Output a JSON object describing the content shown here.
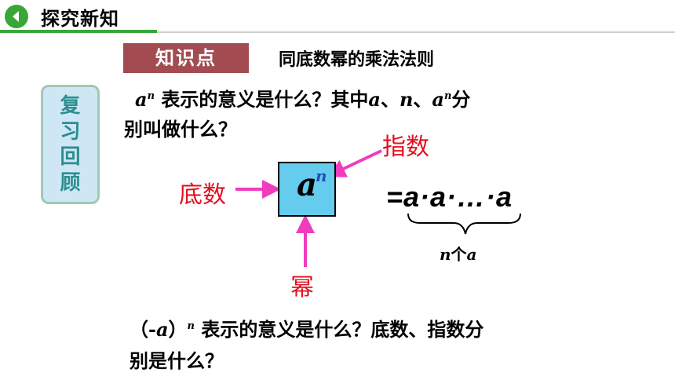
{
  "header": {
    "title": "探究新知"
  },
  "knowledge": {
    "badge": "知识点",
    "title": "同底数幂的乘法法则"
  },
  "side_box": {
    "chars": [
      "复",
      "习",
      "回",
      "顾"
    ]
  },
  "question1": {
    "base": "a",
    "exp": "n",
    "text1": " 表示的意义是什么？其中",
    "v1": "a",
    "sep1": "、",
    "v2": "n",
    "sep2": "、",
    "v3": "a",
    "v3exp": "n",
    "text2": "分",
    "line2": "别叫做什么？"
  },
  "diagram": {
    "exponent_label": "指数",
    "base_label": "底数",
    "power_label": "幂",
    "box_base": "a",
    "box_exp": "n",
    "expansion": "=a·a·…·a",
    "count_var": "n",
    "count_text": "个",
    "count_base": "a",
    "arrow_color": "#f03cbe",
    "label_color": "#e01020",
    "box_color": "#66ccee"
  },
  "question2": {
    "open": "（-",
    "base": "a",
    "close": "）",
    "exp": "n",
    "text1": " 表示的意义是什么？底数、指数分",
    "line2": "别是什么？"
  },
  "colors": {
    "green": "#3aa63a",
    "badge": "#a24c52",
    "side_text": "#2a8f8f"
  },
  "icons": {
    "header": "back-arrow-icon"
  }
}
